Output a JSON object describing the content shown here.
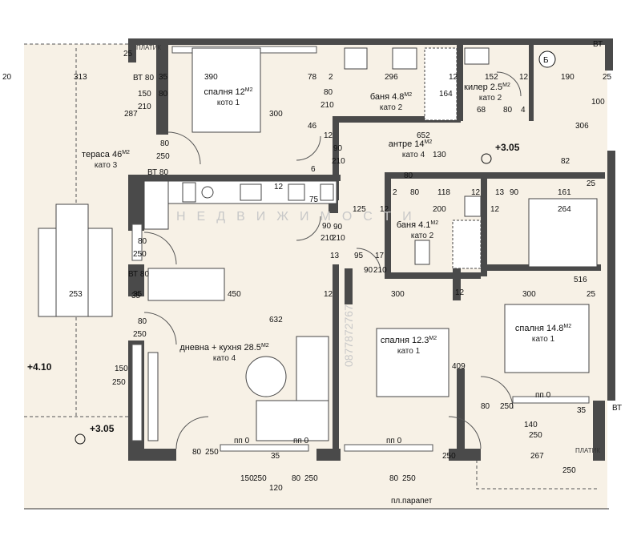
{
  "colors": {
    "floor": "#f7f1e6",
    "wall": "#4a4a4a",
    "wall_light": "#7a7a7a",
    "line": "#333333"
  },
  "rooms": [
    {
      "name": "спалня 12",
      "sup": "M2",
      "floor": "кото 1"
    },
    {
      "name": "баня 4.8",
      "sup": "M2",
      "floor": "като 2"
    },
    {
      "name": "килер 2.5",
      "sup": "M2",
      "floor": "като 2"
    },
    {
      "name": "тераса 46",
      "sup": "M2",
      "floor": "като 3"
    },
    {
      "name": "антре 14",
      "sup": "M2",
      "floor": "като 4"
    },
    {
      "name": "баня 4.1",
      "sup": "M2",
      "floor": "като 2"
    },
    {
      "name": "дневна + кухня 28.5",
      "sup": "M2",
      "floor": "като 4"
    },
    {
      "name": "спалня 12.3",
      "sup": "M2",
      "floor": "като 1"
    },
    {
      "name": "спалня 14.8",
      "sup": "M2",
      "floor": "като 1"
    }
  ],
  "levels": [
    "+3.05",
    "+4.10",
    "+3.05"
  ],
  "parapet": "пл.парапет",
  "symbol_b": "Б",
  "dims": [
    "20",
    "313",
    "35",
    "390",
    "78",
    "2",
    "296",
    "12",
    "152",
    "12",
    "190",
    "25",
    "287",
    "80",
    "150",
    "210",
    "300",
    "80",
    "210",
    "164",
    "68",
    "80",
    "4",
    "306",
    "100",
    "46",
    "652",
    "80",
    "250",
    "12",
    "90",
    "210",
    "130",
    "82",
    "25",
    "90",
    "210",
    "6",
    "75",
    "80",
    "12",
    "2",
    "80",
    "118",
    "12",
    "13",
    "90",
    "161",
    "125",
    "12",
    "200",
    "12",
    "264",
    "90",
    "210",
    "80",
    "250",
    "13",
    "95",
    "17",
    "90",
    "210",
    "12",
    "253",
    "35",
    "450",
    "12",
    "300",
    "300",
    "25",
    "516",
    "80",
    "250",
    "632",
    "409",
    "80",
    "250",
    "150",
    "250",
    "140",
    "250",
    "35",
    "80",
    "250",
    "пп 0",
    "пп 0",
    "пп 0",
    "пп 0",
    "35",
    "250",
    "267",
    "150",
    "250",
    "120",
    "80",
    "250",
    "80",
    "250",
    "250"
  ],
  "tags": [
    "ВТ 80",
    "ВТ 80",
    "ВТ 80",
    "ВТ",
    "ВТ",
    "25",
    "35"
  ],
  "labels_small": [
    "ПЛАТИК",
    "ПЛАТИК"
  ],
  "watermark": "НЕДВИЖИМОСТИ",
  "phone": "0877872767"
}
